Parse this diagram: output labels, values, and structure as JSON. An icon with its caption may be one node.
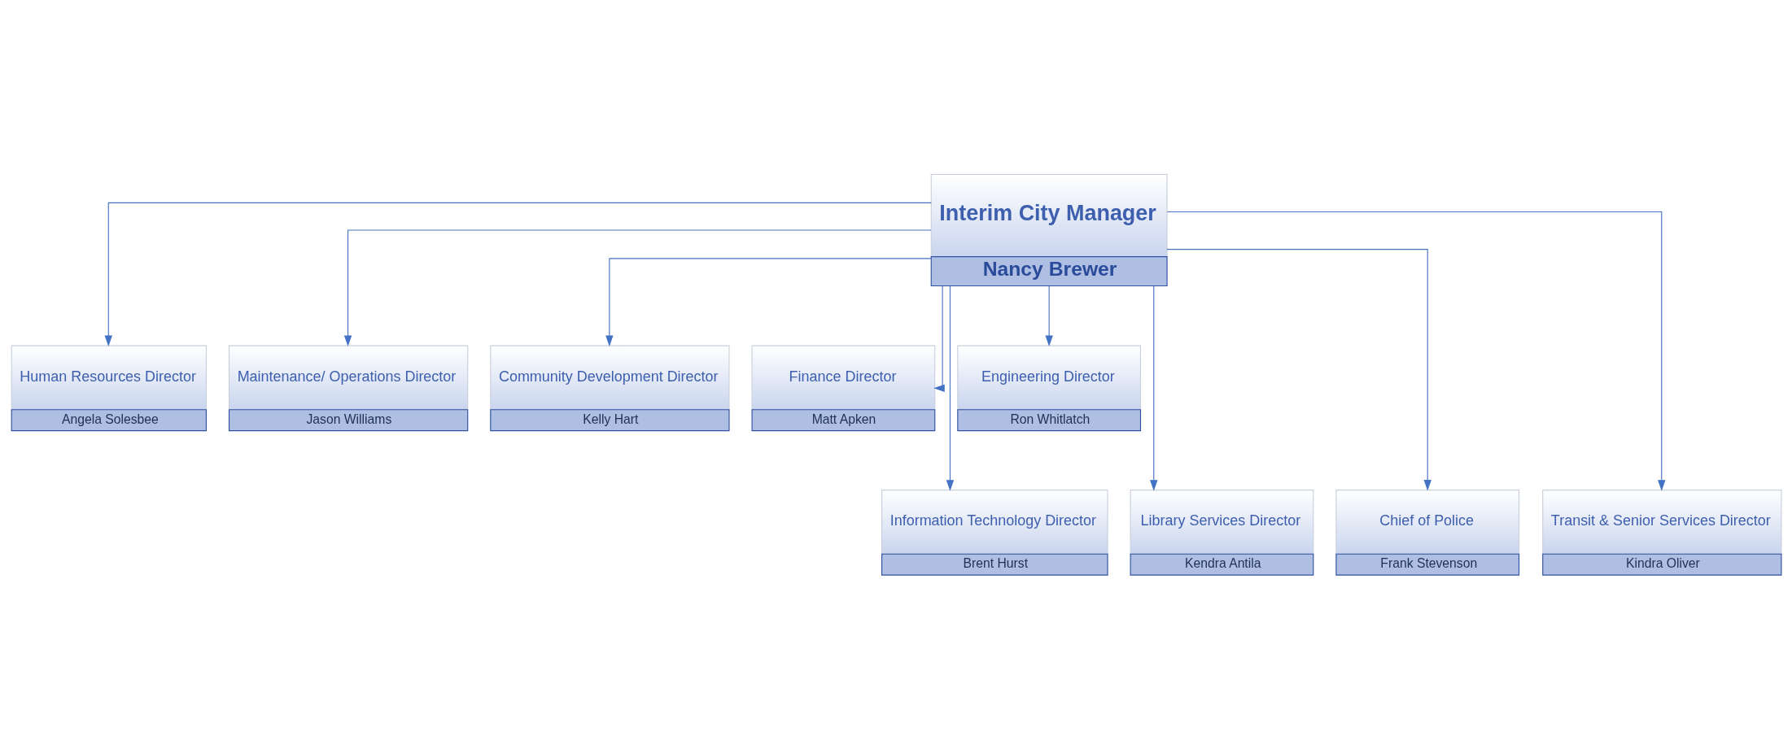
{
  "diagram": {
    "nodes": [
      {
        "text": [
          "Interim City Manager",
          "Nancy Brewer"
        ]
      },
      {
        "text": [
          "Human Resources Director",
          "Angela Solesbee"
        ]
      },
      {
        "text": [
          "Maintenance/ Operations Director",
          "Jason Williams"
        ]
      },
      {
        "text": [
          "Community Development Director",
          "Kelly Hart"
        ]
      },
      {
        "text": [
          "Finance Director",
          "Matt Apken"
        ]
      },
      {
        "text": [
          "Engineering Director",
          "Ron Whitlatch"
        ]
      },
      {
        "text": [
          "Information Technology Director",
          "Brent Hurst"
        ]
      },
      {
        "text": [
          "Library Services Director",
          "Kendra Antila"
        ]
      },
      {
        "text": [
          "Chief of Police",
          "Frank Stevenson"
        ]
      },
      {
        "text": [
          "Transit & Senior Services Director",
          "Kindra Oliver"
        ]
      }
    ],
    "edges": [
      {
        "from": 0,
        "to": 1,
        "arrow": "to"
      },
      {
        "from": 0,
        "to": 6,
        "arrow": "to"
      },
      {
        "from": 0,
        "to": 2,
        "arrow": "to"
      },
      {
        "from": 0,
        "to": 7,
        "arrow": "to"
      },
      {
        "from": 0,
        "to": 3,
        "arrow": "to"
      },
      {
        "from": 0,
        "to": 8,
        "arrow": "to"
      },
      {
        "from": 0,
        "to": 4,
        "arrow": "to"
      },
      {
        "from": 0,
        "to": 9,
        "arrow": "to"
      },
      {
        "from": 0,
        "to": 5,
        "arrow": "to"
      }
    ]
  }
}
